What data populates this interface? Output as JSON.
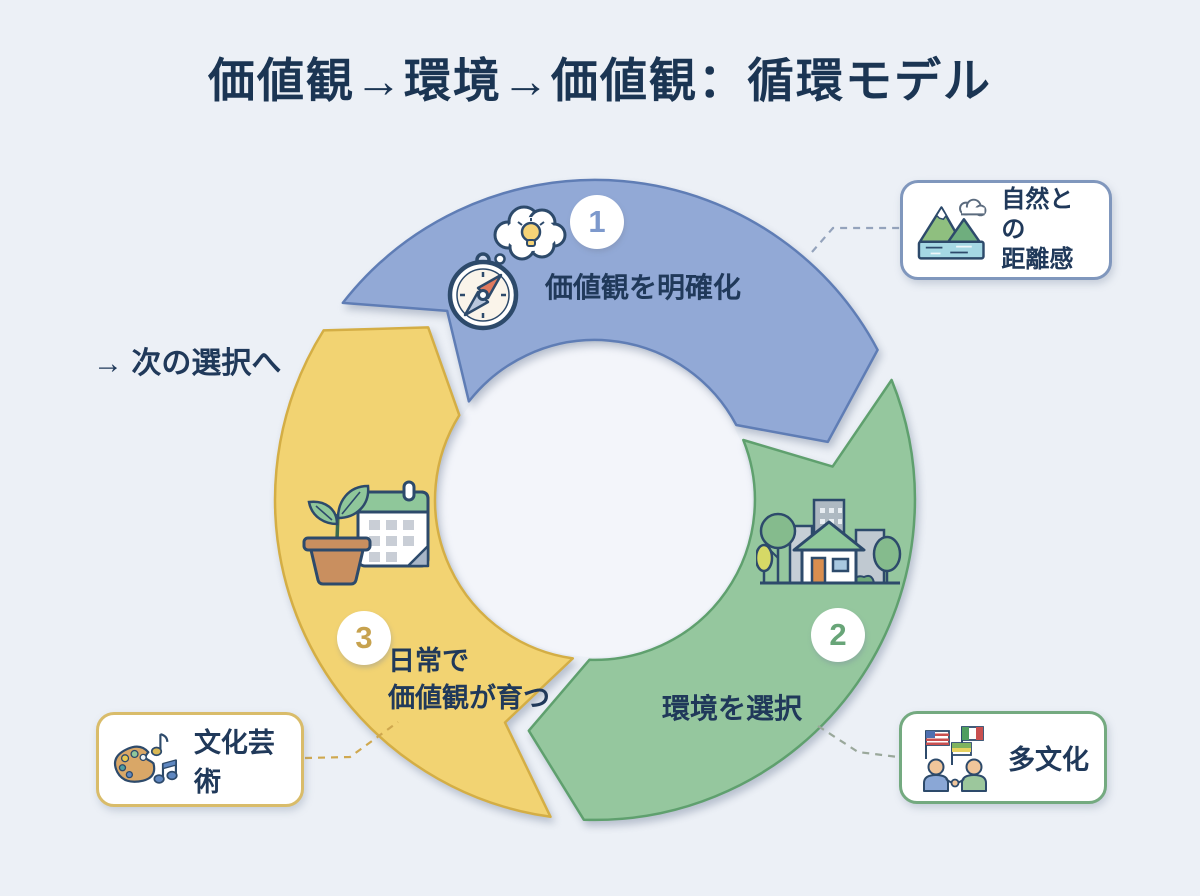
{
  "title": "価値観→環境→価値観：循環モデル",
  "loop_label": "→ 次の選択へ",
  "colors": {
    "background": "#ecf0f6",
    "text_navy": "#1e3a5c",
    "step1_fill": "#92a9d6",
    "step2_fill": "#95c79e",
    "step3_fill": "#f2d372",
    "callout_nature_border": "#8097bd",
    "callout_multiculture_border": "#74aa80",
    "callout_culture_border": "#d9bc6a"
  },
  "cycle": {
    "direction": "clockwise",
    "steps": [
      {
        "number": "1",
        "label": "価値観を明確化",
        "icon": "compass-idea-icon",
        "fill": "#92a9d6",
        "number_color": "#7d99cc"
      },
      {
        "number": "2",
        "label": "環境を選択",
        "icon": "home-environment-icon",
        "fill": "#95c79e",
        "number_color": "#68a578"
      },
      {
        "number": "3",
        "label_line1": "日常で",
        "label_line2": "価値観が育つ",
        "icon": "plant-calendar-icon",
        "fill": "#f2d372",
        "number_color": "#c7a24e"
      }
    ]
  },
  "callouts": [
    {
      "id": "nature",
      "label_line1": "自然との",
      "label_line2": "距離感",
      "icon": "mountain-lake-icon"
    },
    {
      "id": "multiculture",
      "label": "多文化",
      "icon": "flags-handshake-icon"
    },
    {
      "id": "culture-arts",
      "label": "文化芸術",
      "icon": "palette-music-icon"
    }
  ]
}
